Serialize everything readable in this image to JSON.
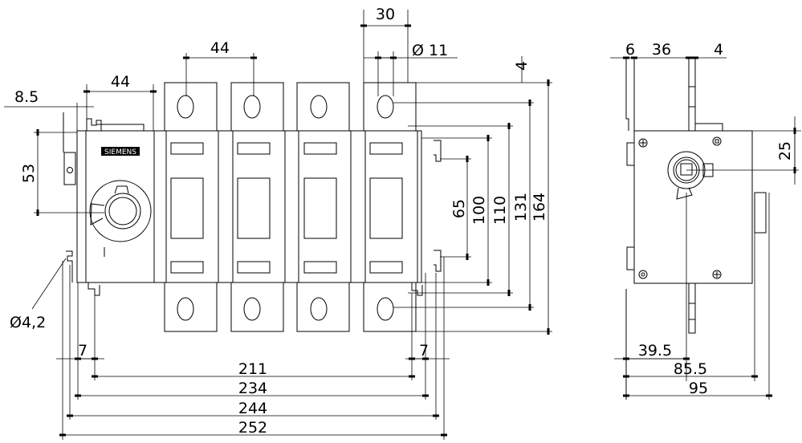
{
  "front_view": {
    "brand_label": "SIEMENS",
    "dimensions": {
      "terminal_width": "30",
      "hole_diameter": "Ø 11",
      "pole_pitch": "44",
      "handle_width": "44",
      "left_offset": "8.5",
      "handle_height": "53",
      "h65": "65",
      "h100": "100",
      "h110": "110",
      "h131": "131",
      "h164": "164",
      "terminal_offset": "4",
      "mount_hole": "Ø4,2",
      "edge_left": "7",
      "edge_right": "7",
      "w211": "211",
      "w234": "234",
      "w244": "244",
      "w252": "252"
    }
  },
  "side_view": {
    "dimensions": {
      "plate": "6",
      "depth_to_shaft": "36",
      "shaft": "4",
      "shaft_height": "25",
      "d39_5": "39.5",
      "d85_5": "85.5",
      "d95": "95"
    }
  }
}
